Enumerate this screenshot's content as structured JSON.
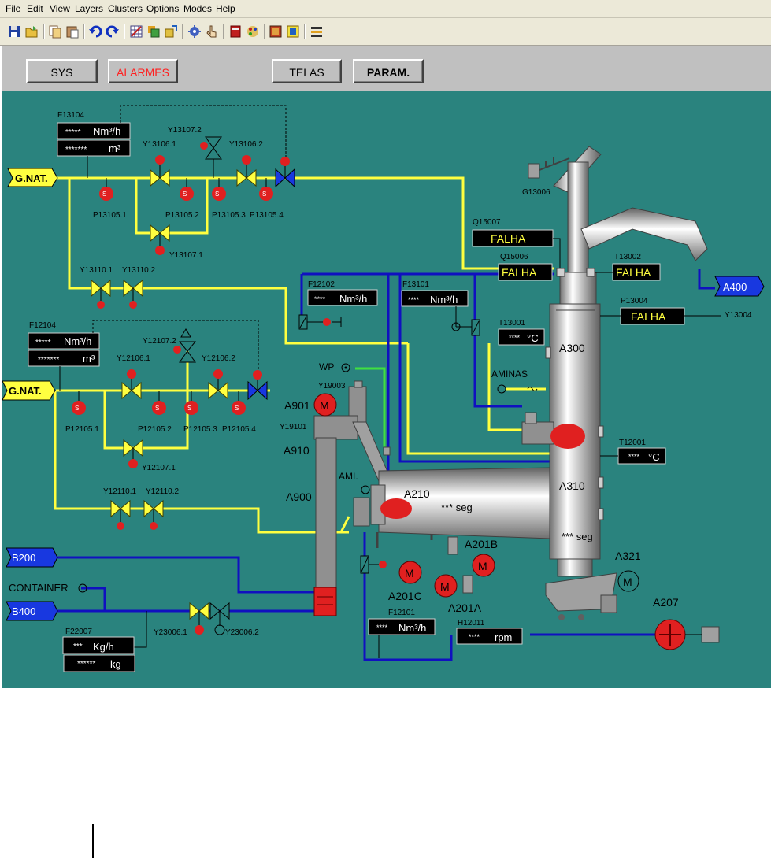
{
  "menu": [
    "File",
    "Edit",
    "View",
    "Layers",
    "Clusters",
    "Options",
    "Modes",
    "Help"
  ],
  "toolbar_icons": [
    "save-icon",
    "open-icon",
    "copy-icon",
    "paste-icon",
    "undo-icon",
    "redo-icon",
    "grid-icon",
    "layers-icon",
    "move-icon",
    "settings-icon",
    "pointer-icon",
    "book-icon",
    "palette-icon",
    "window-icon",
    "image-icon",
    "list-icon"
  ],
  "nav": {
    "sys": "SYS",
    "alarmes": "ALARMES",
    "telas": "TELAS",
    "param": "PARAM."
  },
  "colors": {
    "process_bg": "#2a837e",
    "gas_line": "#ffff40",
    "water_line": "#1010c0",
    "alarm_red": "#ff0000",
    "alarm_text": "#ff2020"
  },
  "inlets": {
    "gnat_top": "G.NAT.",
    "gnat_bottom": "G.NAT.",
    "b200": "B200",
    "b400": "B400",
    "a400": "A400",
    "container": "CONTAINER",
    "wp": "WP",
    "aminas": "AMINAS",
    "ami": "AMI."
  },
  "tags": {
    "f13104": "F13104",
    "y13107_2": "Y13107.2",
    "y13106_1": "Y13106.1",
    "y13106_2": "Y13106.2",
    "p13105_1": "P13105.1",
    "p13105_2": "P13105.2",
    "p13105_3": "P13105.3",
    "p13105_4": "P13105.4",
    "y13107_1": "Y13107.1",
    "y13110_1": "Y13110.1",
    "y13110_2": "Y13110.2",
    "f12104": "F12104",
    "y12107_2": "Y12107.2",
    "y12106_1": "Y12106.1",
    "y12106_2": "Y12106.2",
    "p12105_1": "P12105.1",
    "p12105_2": "P12105.2",
    "p12105_3": "P12105.3",
    "p12105_4": "P12105.4",
    "y12107_1": "Y12107.1",
    "y12110_1": "Y12110.1",
    "y12110_2": "Y12110.2",
    "f12102": "F12102",
    "f13101": "F13101",
    "y19003": "Y19003",
    "y19101": "Y19101",
    "a901": "A901",
    "a910": "A910",
    "a900": "A900",
    "a210": "A210",
    "a201b": "A201B",
    "a201c": "A201C",
    "a201a": "A201A",
    "f12101": "F12101",
    "h12011": "H12011",
    "a300": "A300",
    "a310": "A310",
    "a321": "A321",
    "a207": "A207",
    "t13001": "T13001",
    "t12001": "T12001",
    "t13002": "T13002",
    "q15007": "Q15007",
    "q15006": "Q15006",
    "p13004": "P13004",
    "y13004": "Y13004",
    "g13006": "G13006",
    "f22007": "F22007",
    "y23006_1": "Y23006.1",
    "y23006_2": "Y23006.2"
  },
  "readouts": {
    "f13104_flow_val": "*****",
    "f13104_flow_unit": "Nm³/h",
    "f13104_tot_val": "*******",
    "f13104_tot_unit": "m³",
    "f12104_flow_val": "*****",
    "f12104_flow_unit": "Nm³/h",
    "f12104_tot_val": "*******",
    "f12104_tot_unit": "m³",
    "f12102_val": "****",
    "f12102_unit": "Nm³/h",
    "f13101_val": "****",
    "f13101_unit": "Nm³/h",
    "f12101_val": "****",
    "f12101_unit": "Nm³/h",
    "h12011_val": "****",
    "h12011_unit": "rpm",
    "t13001_val": "****",
    "t13001_unit": "°C",
    "t12001_val": "****",
    "t12001_unit": "°C",
    "f22007_flow_val": "***",
    "f22007_flow_unit": "Kg/h",
    "f22007_tot_val": "******",
    "f22007_tot_unit": "kg",
    "a210_seg": "*** seg",
    "a310_seg": "*** seg",
    "q15007_status": "FALHA",
    "q15006_status": "FALHA",
    "t13002_status": "FALHA",
    "p13004_status": "FALHA"
  },
  "motor_label": "M",
  "pump_label": "S"
}
